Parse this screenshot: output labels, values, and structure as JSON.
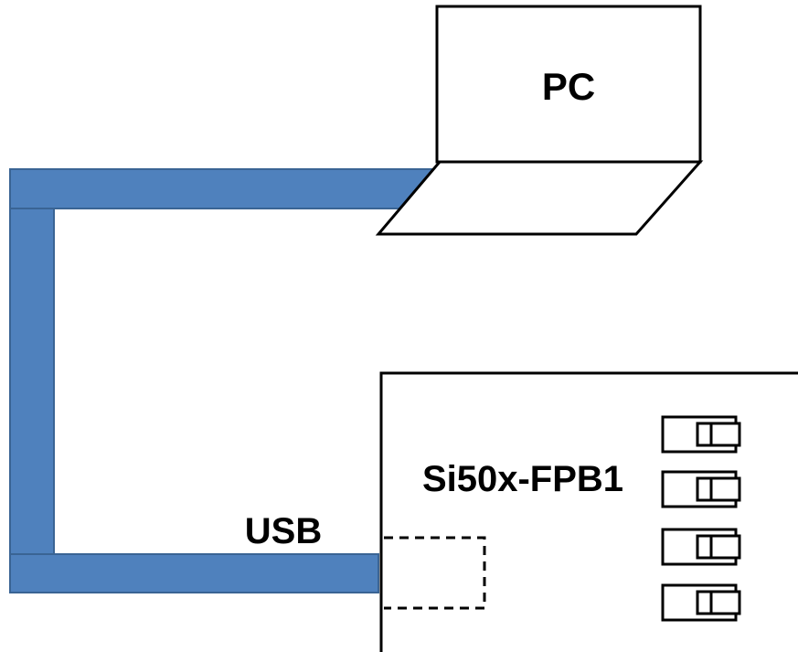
{
  "pc": {
    "label": "PC",
    "icon": "laptop-icon"
  },
  "cable": {
    "label": "USB",
    "color": "#4F81BD",
    "edge_color": "#3A6494"
  },
  "board": {
    "label": "Si50x-FPB1",
    "usb_port_icon": "usb-port-icon",
    "connector_icon": "socket-connector-icon",
    "connector_count": 4
  },
  "colors": {
    "outline": "#000000",
    "background": "#ffffff"
  }
}
